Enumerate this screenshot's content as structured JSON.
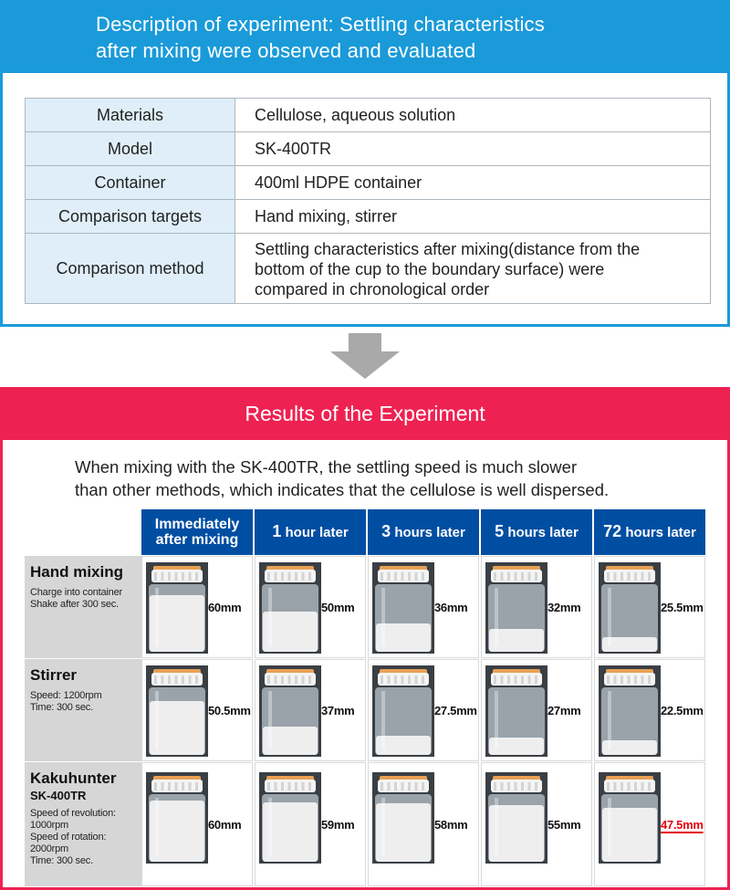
{
  "experiment": {
    "title_line1": "Description of experiment: Settling characteristics",
    "title_line2": "after mixing were observed and evaluated",
    "specs": [
      {
        "label": "Materials",
        "value": "Cellulose, aqueous solution"
      },
      {
        "label": "Model",
        "value": "SK-400TR"
      },
      {
        "label": "Container",
        "value": "400ml HDPE container"
      },
      {
        "label": "Comparison targets",
        "value": "Hand mixing, stirrer"
      },
      {
        "label": "Comparison method",
        "value_lines": [
          "Settling characteristics after mixing(distance from the",
          "bottom of the cup to the boundary surface) were",
          "compared in chronological order"
        ]
      }
    ]
  },
  "results": {
    "title": "Results of the Experiment",
    "intro_line1": "When mixing with the SK-400TR, the settling speed is much slower",
    "intro_line2": "than other methods, which indicates that the cellulose is well dispersed.",
    "columns": [
      {
        "line1": "Immediately",
        "line2": "after mixing"
      },
      {
        "num": "1",
        "text": " hour later"
      },
      {
        "num": "3",
        "text": " hours later"
      },
      {
        "num": "5",
        "text": " hours later"
      },
      {
        "num": "72",
        "text": " hours later"
      }
    ],
    "rows": [
      {
        "title": "Hand mixing",
        "desc": [
          "Charge into container",
          "Shake after 300 sec."
        ],
        "values": [
          "60mm",
          "50mm",
          "36mm",
          "32mm",
          "25.5mm"
        ],
        "fill_fractions": [
          0.84,
          0.6,
          0.42,
          0.34,
          0.22
        ]
      },
      {
        "title": "Stirrer",
        "desc": [
          "Speed: 1200rpm",
          "Time:    300 sec."
        ],
        "values": [
          "50.5mm",
          "37mm",
          "27.5mm",
          "27mm",
          "22.5mm"
        ],
        "fill_fractions": [
          0.8,
          0.42,
          0.28,
          0.26,
          0.22
        ]
      },
      {
        "title": "Kakuhunter",
        "subtitle": "SK-400TR",
        "desc": [
          "Speed of revolution:",
          "1000rpm",
          "Speed of rotation:",
          "2000rpm",
          "Time: 300 sec."
        ],
        "values": [
          "60mm",
          "59mm",
          "58mm",
          "55mm",
          "47.5mm"
        ],
        "fill_fractions": [
          0.9,
          0.88,
          0.86,
          0.84,
          0.8
        ],
        "highlight_last": true
      }
    ]
  },
  "colors": {
    "blue_header": "#1a9ad9",
    "pink_header": "#ee2252",
    "column_head": "#004ea2",
    "highlight_red": "#e60012",
    "label_bg": "#dfeef8"
  }
}
